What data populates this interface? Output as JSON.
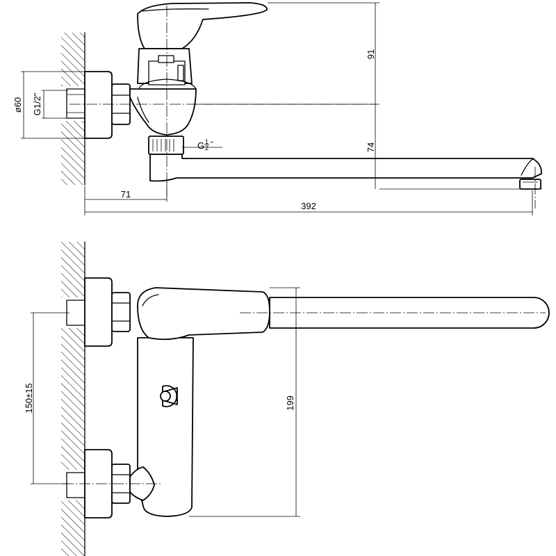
{
  "side_view": {
    "dim_height_91": "91",
    "dim_height_74": "74",
    "dim_length_71": "71",
    "dim_length_392": "392",
    "dim_diameter": "ø60",
    "dim_thread_inlet": "G1/2\"",
    "dim_thread_outlet_prefix": "G",
    "dim_thread_outlet_num": "1",
    "dim_thread_outlet_den": "2",
    "dim_thread_outlet_suffix": "\""
  },
  "top_view": {
    "dim_center_distance": "150±15",
    "dim_height_199": "199"
  }
}
